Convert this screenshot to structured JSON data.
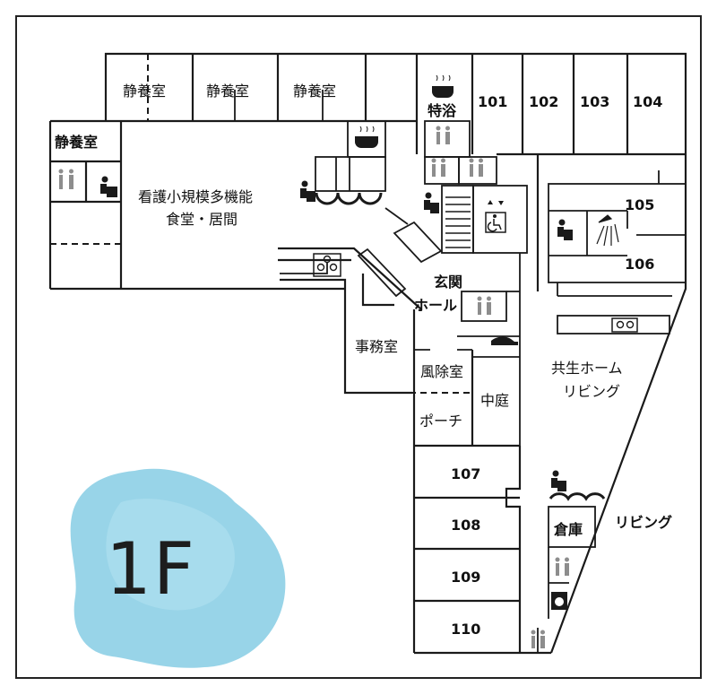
{
  "floor": {
    "label": "1F",
    "blob_color": "#8fd0e6"
  },
  "rooms": {
    "shizuyou_1": "静養室",
    "shizuyou_2": "静養室",
    "shizuyou_3": "静養室",
    "shizuyou_4": "静養室",
    "tokuyoku": "特浴",
    "main_hall_line1": "看護小規模多機能",
    "main_hall_line2": "食堂・居間",
    "genkan_line1": "玄関",
    "genkan_line2": "ホール",
    "jimushitsu": "事務室",
    "fujoshitsu": "風除室",
    "porch": "ポーチ",
    "nakaniwa": "中庭",
    "kyosei_line1": "共生ホーム",
    "kyosei_line2": "リビング",
    "souko": "倉庫",
    "living": "リビング"
  },
  "room_numbers": {
    "r101": "101",
    "r102": "102",
    "r103": "103",
    "r104": "104",
    "r105": "105",
    "r106": "106",
    "r107": "107",
    "r108": "108",
    "r109": "109",
    "r110": "110"
  },
  "colors": {
    "wall": "#1a1a1a",
    "toilet_icon": "#8d8d8d"
  }
}
